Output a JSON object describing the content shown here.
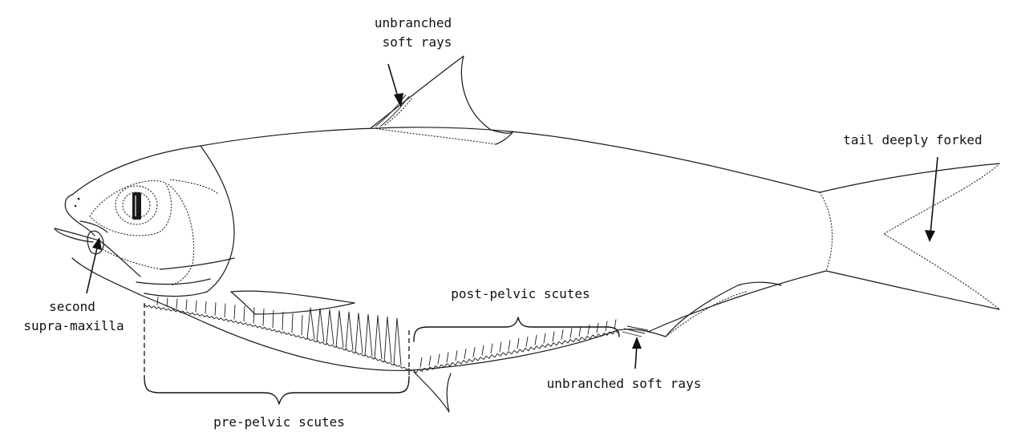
{
  "labels": {
    "dorsal_rays": [
      "unbranched",
      "soft rays"
    ],
    "tail": "tail deeply forked",
    "post_pelvic": "post-pelvic scutes",
    "supra_maxilla": [
      "second",
      "supra-maxilla"
    ],
    "anal_rays": "unbranched soft rays",
    "pre_pelvic": "pre-pelvic scutes"
  }
}
